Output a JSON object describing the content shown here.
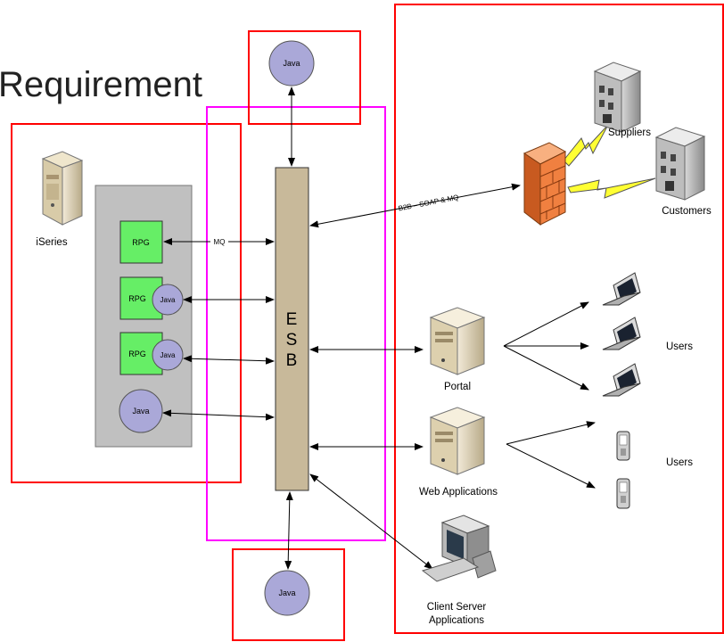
{
  "title": "Requirement",
  "esb": {
    "letters": [
      "E",
      "S",
      "B"
    ]
  },
  "iseries": {
    "label": "iSeries",
    "blocks": [
      {
        "rpg": "RPG",
        "java": ""
      },
      {
        "rpg": "RPG",
        "java": "Java"
      },
      {
        "rpg": "RPG",
        "java": "Java"
      }
    ],
    "java_only": "Java"
  },
  "java_nodes": {
    "top": "Java",
    "bottom": "Java"
  },
  "links": {
    "mq": "MQ",
    "b2b": "B2B – SOAP & MQ"
  },
  "external": {
    "suppliers": "Suppliers",
    "customers": "Customers",
    "portal": "Portal",
    "web_apps": "Web Applications",
    "client_server_1": "Client Server",
    "client_server_2": "Applications",
    "users_laptops": "Users",
    "users_phones": "Users"
  },
  "colors": {
    "red_box": "#ff0000",
    "magenta_box": "#ff00ff",
    "esb_fill": "#c8b99a",
    "rpg_fill": "#66ee66",
    "java_fill": "#aaa8d8",
    "iseries_panel": "#c0c0c0",
    "firewall": "#f08040"
  },
  "icons": [
    "iseries-server-icon",
    "building-icon",
    "firewall-icon",
    "lightning-icon",
    "laptop-icon",
    "phone-icon",
    "server-tower-icon",
    "desktop-computer-icon"
  ]
}
